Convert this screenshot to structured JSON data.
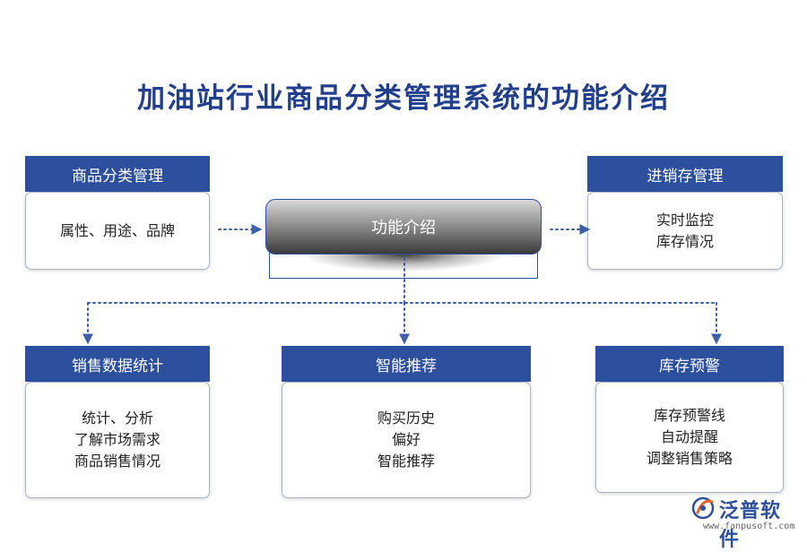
{
  "title": "加油站行业商品分类管理系统的功能介绍",
  "center": {
    "label": "功能介绍"
  },
  "cards": {
    "category_mgmt": {
      "title": "商品分类管理",
      "lines": [
        "属性、用途、品牌"
      ]
    },
    "inventory_mgmt": {
      "title": "进销存管理",
      "lines": [
        "实时监控",
        "库存情况"
      ]
    },
    "sales_stats": {
      "title": "销售数据统计",
      "lines": [
        "统计、分析",
        "了解市场需求",
        "商品销售情况"
      ]
    },
    "smart_recommend": {
      "title": "智能推荐",
      "lines": [
        "购买历史",
        "偏好",
        "智能推荐"
      ]
    },
    "stock_alert": {
      "title": "库存预警",
      "lines": [
        "库存预警线",
        "自动提醒",
        "调整销售策略"
      ]
    }
  },
  "logo": {
    "name": "泛普软件",
    "url": "www.fanpusoft.com"
  },
  "colors": {
    "primary": "#2c4f9e",
    "title": "#213f8c",
    "connector": "#3d5fa8",
    "logo_accent": "#e8632a"
  }
}
